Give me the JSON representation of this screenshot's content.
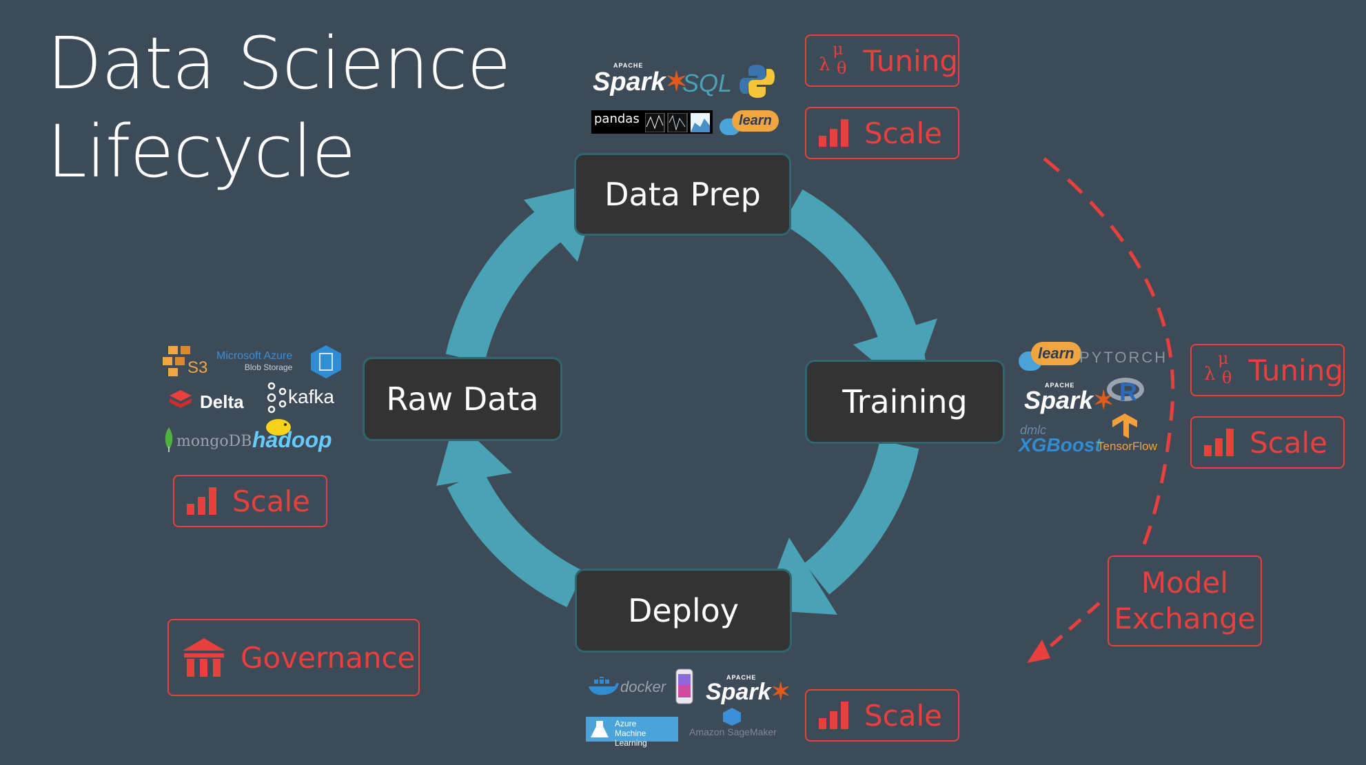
{
  "title": {
    "line1": "Data Science",
    "line2": "Lifecycle"
  },
  "stages": {
    "data_prep": "Data Prep",
    "training": "Training",
    "deploy": "Deploy",
    "raw_data": "Raw Data"
  },
  "tags": {
    "tuning": "Tuning",
    "scale": "Scale",
    "governance": "Governance",
    "model_exchange_line1": "Model",
    "model_exchange_line2": "Exchange"
  },
  "greek_symbols": {
    "mu": "μ",
    "lambda": "λ",
    "theta": "θ"
  },
  "logos": {
    "data_prep": {
      "spark": "Spark",
      "apache": "APACHE",
      "sql": "SQL",
      "pandas": "pandas",
      "learn": "learn"
    },
    "training": {
      "learn": "learn",
      "pytorch": "PYTORCH",
      "spark": "Spark",
      "apache": "APACHE",
      "r": "R",
      "dmlc": "dmlc",
      "xgboost": "XGBoost",
      "tensorflow": "TensorFlow"
    },
    "raw_data": {
      "s3": "S3",
      "azure": "Microsoft Azure",
      "blob": "Blob Storage",
      "delta": "Delta",
      "kafka": "kafka",
      "mongodb": "mongoDB",
      "hadoop": "hadoop"
    },
    "deploy": {
      "docker": "docker",
      "spark": "Spark",
      "apache": "APACHE",
      "azure_ml_1": "Azure",
      "azure_ml_2": "Machine Learning",
      "sagemaker": "Amazon SageMaker"
    }
  },
  "colors": {
    "background": "#3d4a57",
    "cycle_arrow": "#4aa3b4",
    "accent": "#e8403d",
    "stage_fill": "#333333",
    "stage_border": "#2f6670"
  }
}
